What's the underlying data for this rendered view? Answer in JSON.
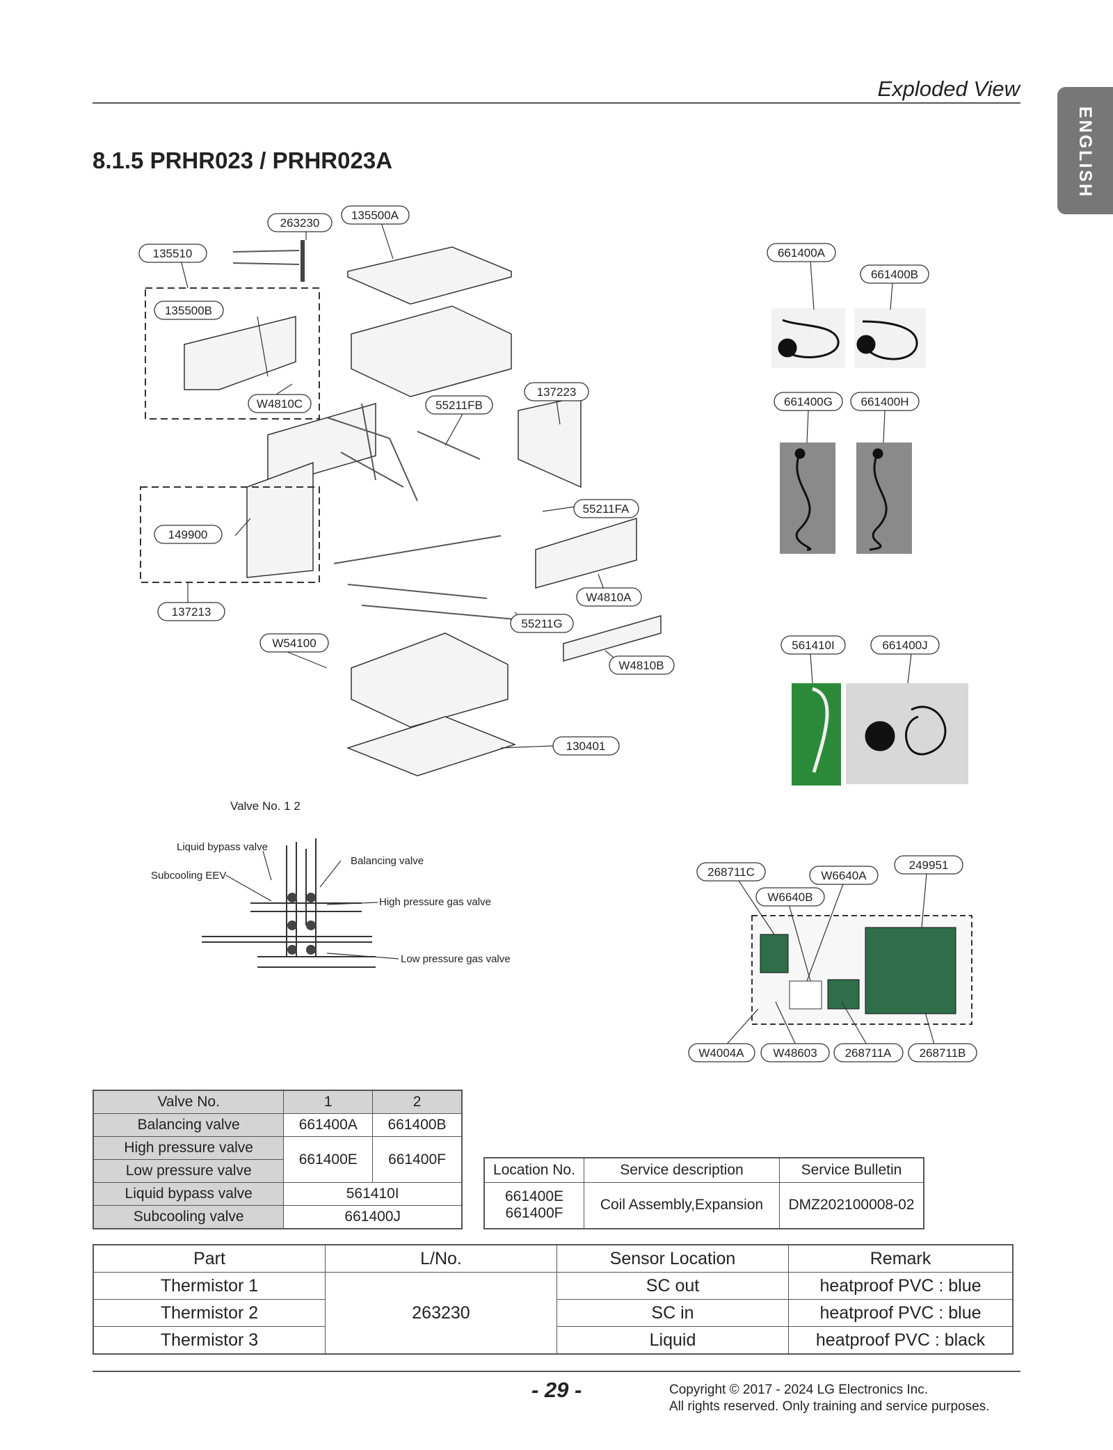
{
  "header": {
    "title": "Exploded View",
    "language_tab": "ENGLISH"
  },
  "section_title": "8.1.5 PRHR023 / PRHR023A",
  "exploded_labels": {
    "p263230": "263230",
    "p135500A": "135500A",
    "p135510": "135510",
    "p135500B": "135500B",
    "pW4810C": "W4810C",
    "p55211FB": "55211FB",
    "p137223": "137223",
    "p55211FA": "55211FA",
    "p149900": "149900",
    "pW4810A": "W4810A",
    "p137213": "137213",
    "p55211G": "55211G",
    "pW54100": "W54100",
    "pW4810B": "W4810B",
    "p130401": "130401"
  },
  "sensor_labels": {
    "p661400A": "661400A",
    "p661400B": "661400B",
    "p661400G": "661400G",
    "p661400H": "661400H",
    "p561410I": "561410I",
    "p661400J": "661400J"
  },
  "valve_diagram": {
    "valve_no": "Valve No. 1   2",
    "liquid_bypass": "Liquid bypass valve",
    "subcooling_eev": "Subcooling EEV",
    "balancing": "Balancing valve",
    "high_pressure": "High pressure gas valve",
    "low_pressure": "Low pressure gas valve"
  },
  "control_box_labels": {
    "p268711C": "268711C",
    "pW6640A": "W6640A",
    "p249951": "249951",
    "pW6640B": "W6640B",
    "pW4004A": "W4004A",
    "pW48603": "W48603",
    "p268711A": "268711A",
    "p268711B": "268711B"
  },
  "valve_table": {
    "header": [
      "Valve No.",
      "1",
      "2"
    ],
    "balancing": [
      "Balancing valve",
      "661400A",
      "661400B"
    ],
    "high_pressure": "High pressure valve",
    "low_pressure": "Low pressure valve",
    "hp_lp_values": [
      "661400E",
      "661400F"
    ],
    "liquid_bypass": [
      "Liquid bypass valve",
      "561410I"
    ],
    "subcooling": [
      "Subcooling valve",
      "661400J"
    ]
  },
  "service_table": {
    "header": [
      "Location No.",
      "Service description",
      "Service Bulletin"
    ],
    "location_1": "661400E",
    "location_2": "661400F",
    "description": "Coil Assembly,Expansion",
    "bulletin": "DMZ202100008-02"
  },
  "thermistor_table": {
    "header": [
      "Part",
      "L/No.",
      "Sensor Location",
      "Remark"
    ],
    "lno": "263230",
    "rows": [
      {
        "part": "Thermistor 1",
        "location": "SC out",
        "remark": "heatproof PVC : blue"
      },
      {
        "part": "Thermistor 2",
        "location": "SC in",
        "remark": "heatproof PVC : blue"
      },
      {
        "part": "Thermistor 3",
        "location": "Liquid",
        "remark": "heatproof PVC : black"
      }
    ]
  },
  "footer": {
    "page": "- 29 -",
    "copyright": "Copyright © 2017 - 2024 LG Electronics Inc.",
    "rights": "All rights reserved. Only training and service purposes."
  }
}
